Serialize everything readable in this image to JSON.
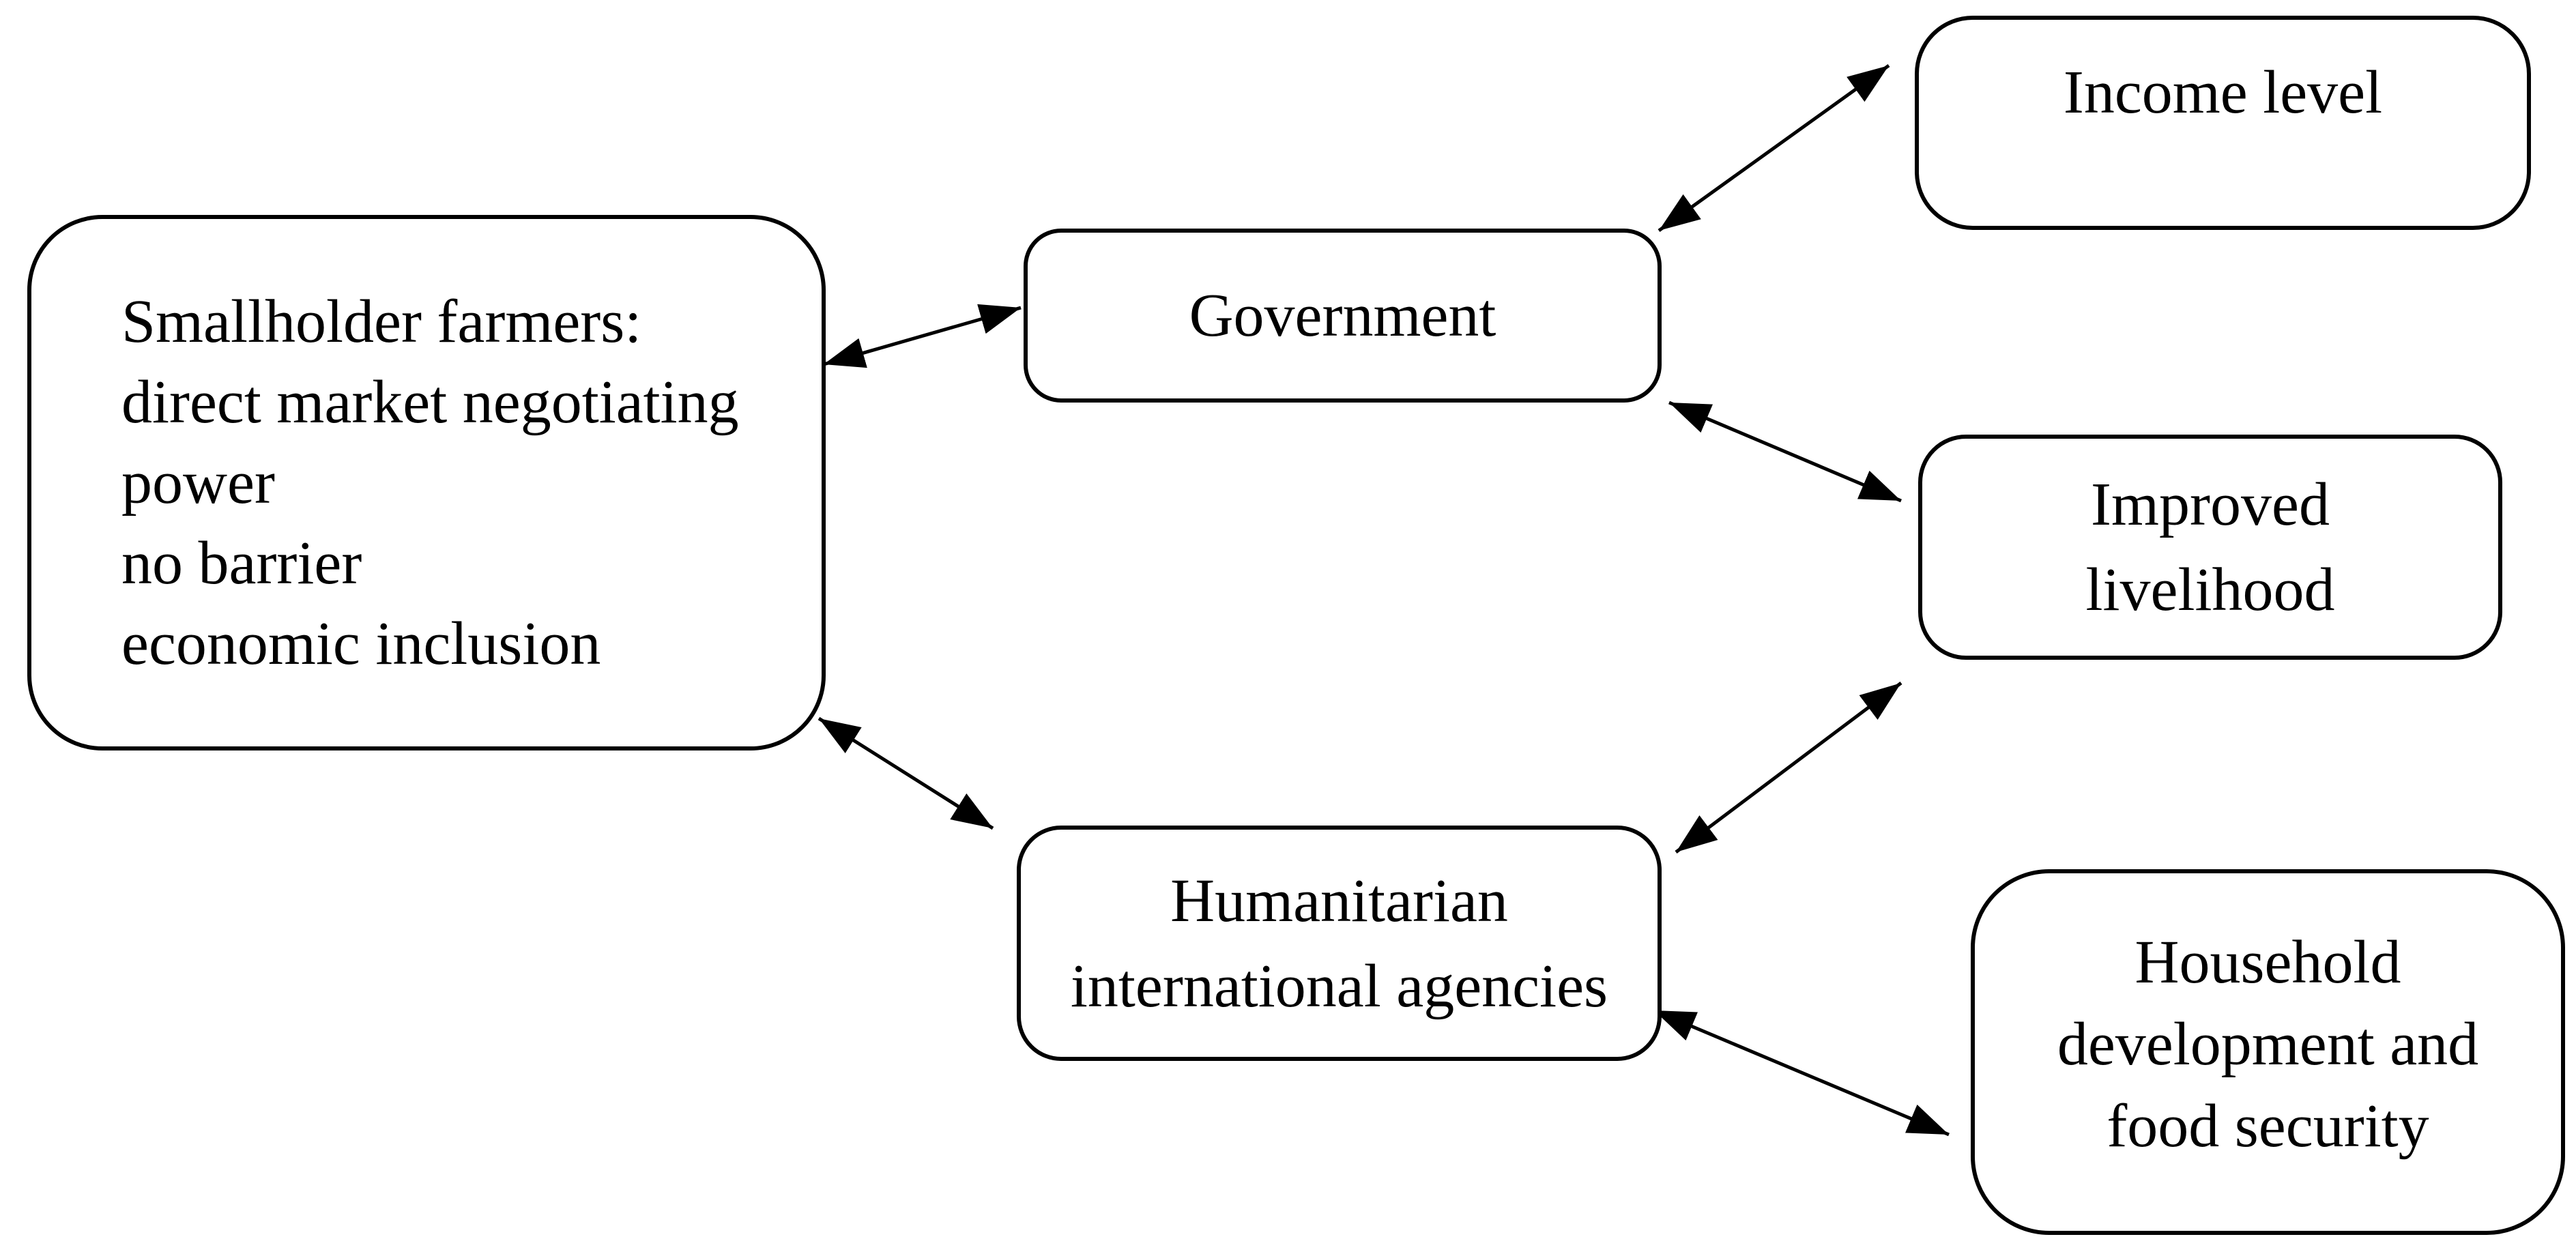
{
  "diagram": {
    "background_color": "#ffffff",
    "line_color": "#000000",
    "nodes": {
      "smallholder_farmers": {
        "lines": [
          "Smallholder farmers:",
          "direct market negotiating",
          "power",
          "no barrier",
          "economic inclusion"
        ]
      },
      "government": {
        "lines": [
          "Government"
        ]
      },
      "humanitarian_international_agencies": {
        "lines": [
          "Humanitarian",
          "international agencies"
        ]
      },
      "income_level": {
        "lines": [
          "Income level"
        ]
      },
      "improved_livelihood": {
        "lines": [
          "Improved",
          "livelihood"
        ]
      },
      "household_development_and_food_security": {
        "lines": [
          "Household",
          "development and",
          "food security"
        ]
      }
    },
    "connections": [
      {
        "from": "smallholder_farmers",
        "to": "government",
        "type": "double-arrow"
      },
      {
        "from": "smallholder_farmers",
        "to": "humanitarian_international_agencies",
        "type": "double-arrow"
      },
      {
        "from": "government",
        "to": "income_level",
        "type": "double-arrow"
      },
      {
        "from": "government",
        "to": "improved_livelihood",
        "type": "double-arrow"
      },
      {
        "from": "humanitarian_international_agencies",
        "to": "improved_livelihood",
        "type": "double-arrow"
      },
      {
        "from": "humanitarian_international_agencies",
        "to": "household_development_and_food_security",
        "type": "double-arrow"
      }
    ]
  }
}
